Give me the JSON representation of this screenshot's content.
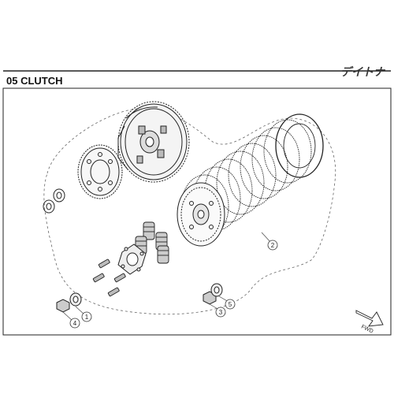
{
  "header": {
    "title": "05 CLUTCH",
    "brand": "デイトナ"
  },
  "callouts": [
    {
      "id": "callout-1",
      "label": "1"
    },
    {
      "id": "callout-2",
      "label": "2"
    },
    {
      "id": "callout-3",
      "label": "3"
    },
    {
      "id": "callout-4",
      "label": "4"
    },
    {
      "id": "callout-5",
      "label": "5"
    }
  ],
  "direction_arrow": {
    "label": "FWD"
  },
  "colors": {
    "line": "#222222",
    "outline_dash": "#555555",
    "background": "#ffffff"
  }
}
